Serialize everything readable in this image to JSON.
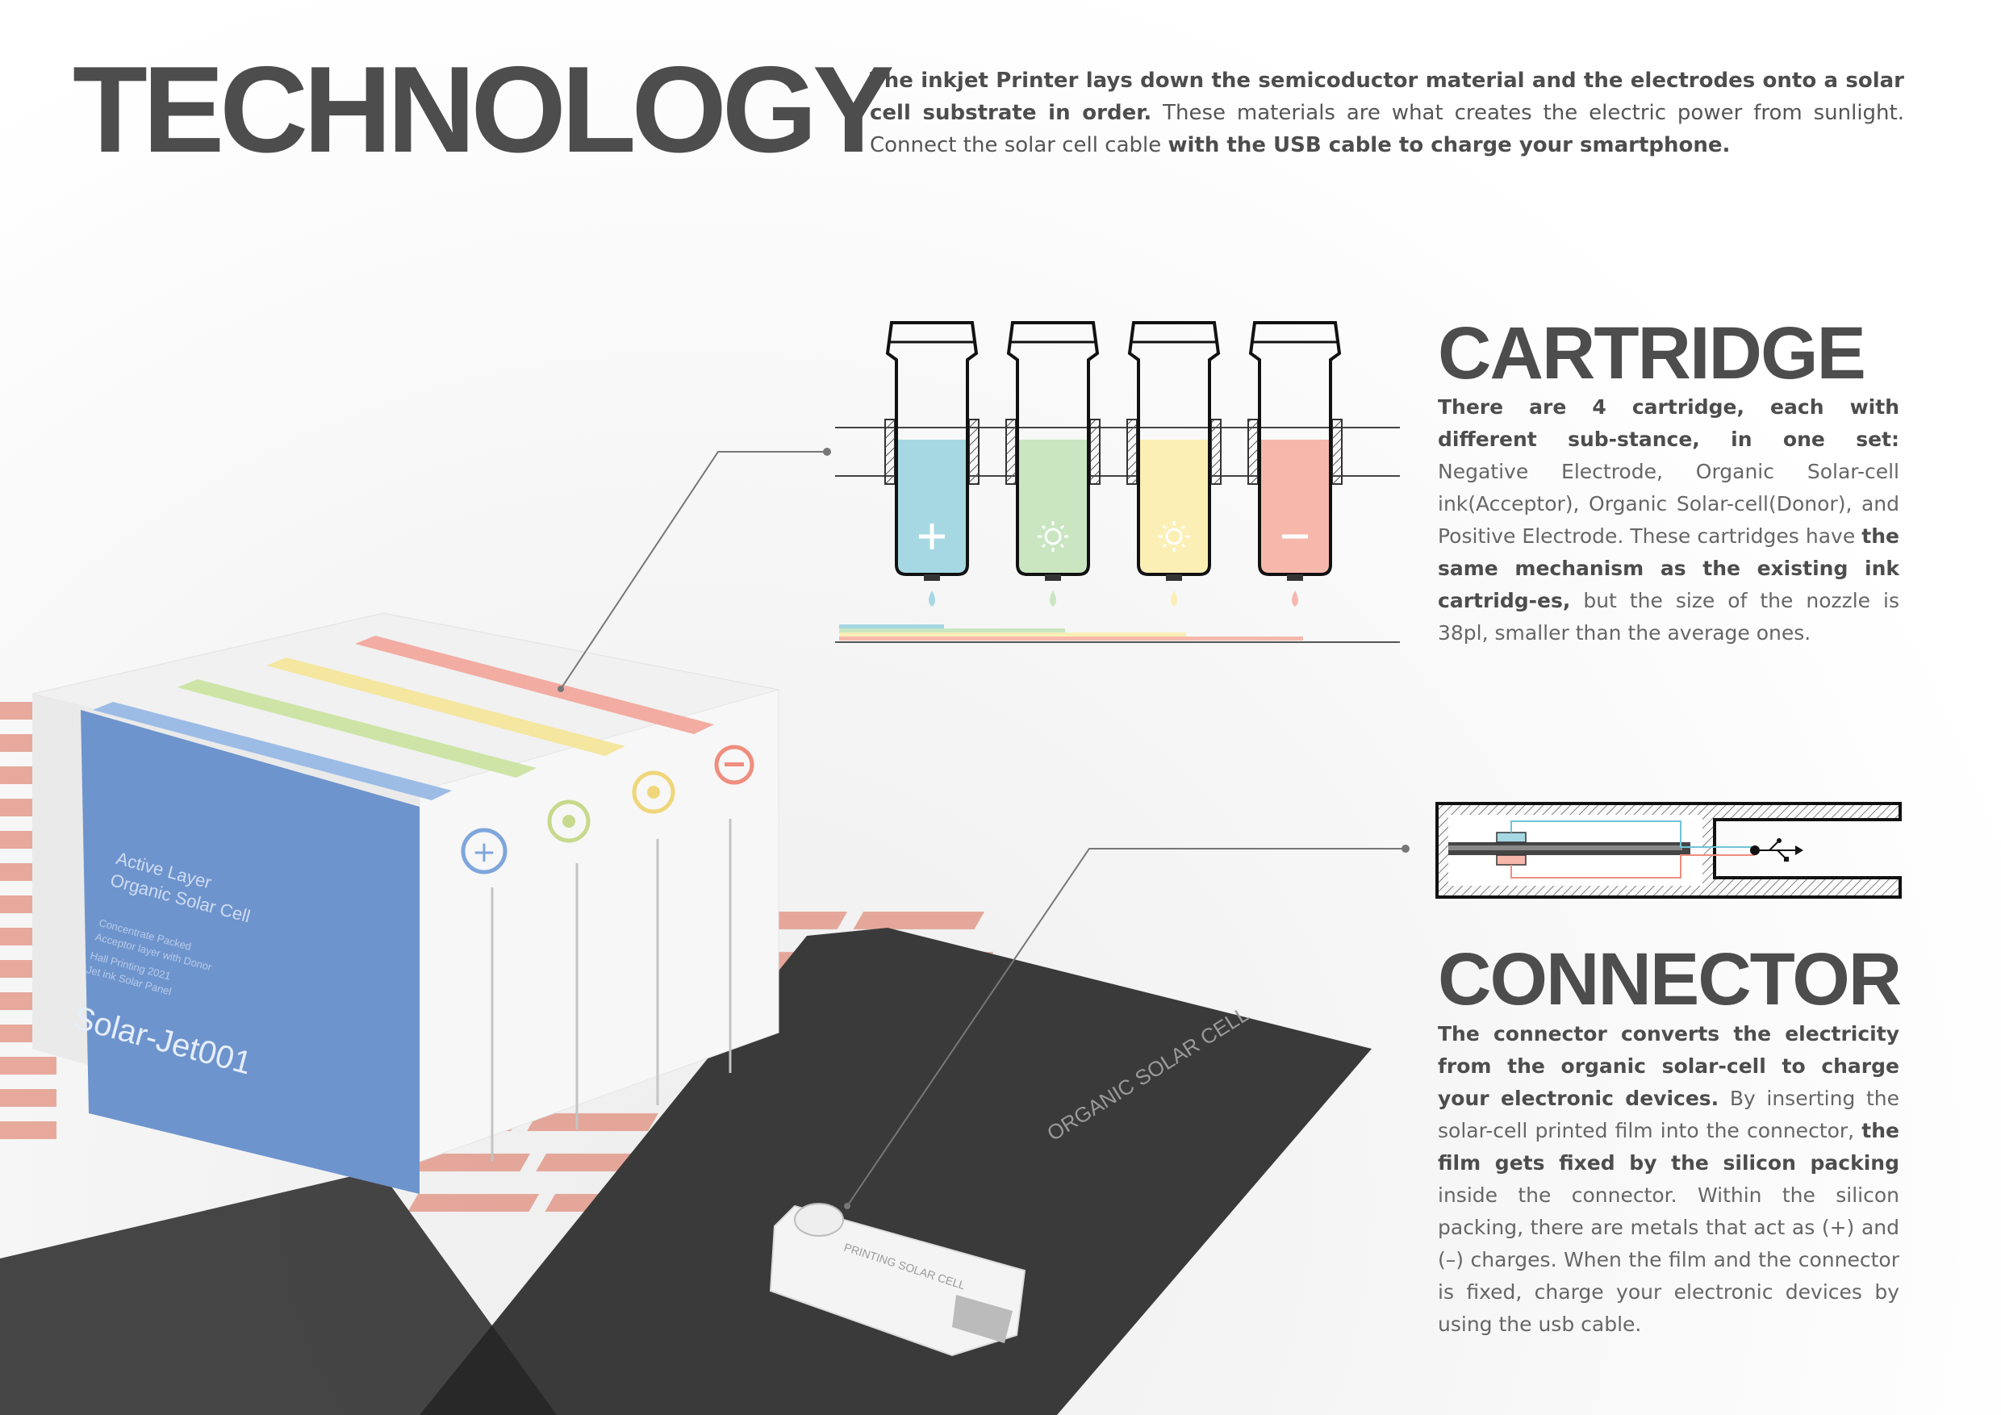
{
  "header": {
    "title": "TECHNOLOGY",
    "intro_bold_1": "The inkjet Printer lays down the semicoductor material and the electrodes onto a solar cell substrate in order.",
    "intro_regular": " These materials are what creates the electric power from sunlight. Connect the solar cell cable ",
    "intro_bold_2": "with the USB cable to charge your smartphone."
  },
  "cartridge": {
    "title": "CARTRIDGE",
    "bold_1": "There are 4 cartridge, each with different sub-stance, in one set:",
    "regular_1": " Negative Electrode, Organic Solar-cell ink(Acceptor), Organic Solar-cell(Donor), and Positive Electrode. These cartridges have ",
    "bold_2": "the same mechanism as the existing ink cartridg-es,",
    "regular_2": " but the size of the nozzle is 38pl, smaller than the average ones.",
    "colors": [
      "#a6d8e3",
      "#c9e6c1",
      "#fbefb5",
      "#f7b8ac"
    ],
    "symbols": [
      "plus",
      "sun",
      "sun",
      "minus"
    ]
  },
  "connector": {
    "title": "CONNECTOR",
    "bold_1": "The connector converts the electricity from the organic solar-cell to charge your electronic devices.",
    "regular_1": " By inserting the solar-cell printed film into the connector, ",
    "bold_2": "the film gets fixed by the silicon packing",
    "regular_2": " inside the connector. Within the silicon packing, there are metals that act as (+) and (–) charges. When the film and the connector is fixed, charge your electronic devices by using the usb cable."
  },
  "render": {
    "label_lines": [
      "Active Layer",
      "Organic Solar Cell"
    ],
    "small_lines": [
      "Concentrate Packed",
      "Acceptor layer with Donor",
      "Hall Printing 2021",
      "Jet ink Solar Panel"
    ],
    "product_name": "Solar-Jet001",
    "film_text": "ORGANIC SOLAR CELL",
    "usb_text": "PRINTING SOLAR CELL"
  }
}
